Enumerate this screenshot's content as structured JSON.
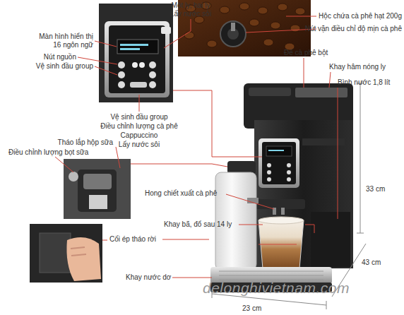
{
  "diagram": {
    "labels": [
      "Một ly, hai ly",
      "Lấy nước sôi",
      "Màn hình hiển thị 16 ngôn ngữ",
      "Nút nguồn",
      "Vệ sinh đầu group",
      "Hộc chứa cà phê hạt 200g",
      "Nút vặn điều chỉ độ mịn cà phê",
      "Để cà phê bột",
      "Khay hâm nóng ly",
      "Bình nước 1,8 lít",
      "Vệ sinh đầu group",
      "Điều chỉnh lượng cà phê",
      "Cappuccino",
      "Lấy nước sôi",
      "Tháo lắp hộp sữa",
      "Điều chỉnh lượng bọt sữa",
      "Hong chiết xuất cà phê",
      "33 cm",
      "Khay bã, đổ sau 14 ly",
      "Cối ép tháo rời",
      "43 cm",
      "Khay nước dơ",
      "delonghivietnam.com",
      "23 cm"
    ]
  }
}
